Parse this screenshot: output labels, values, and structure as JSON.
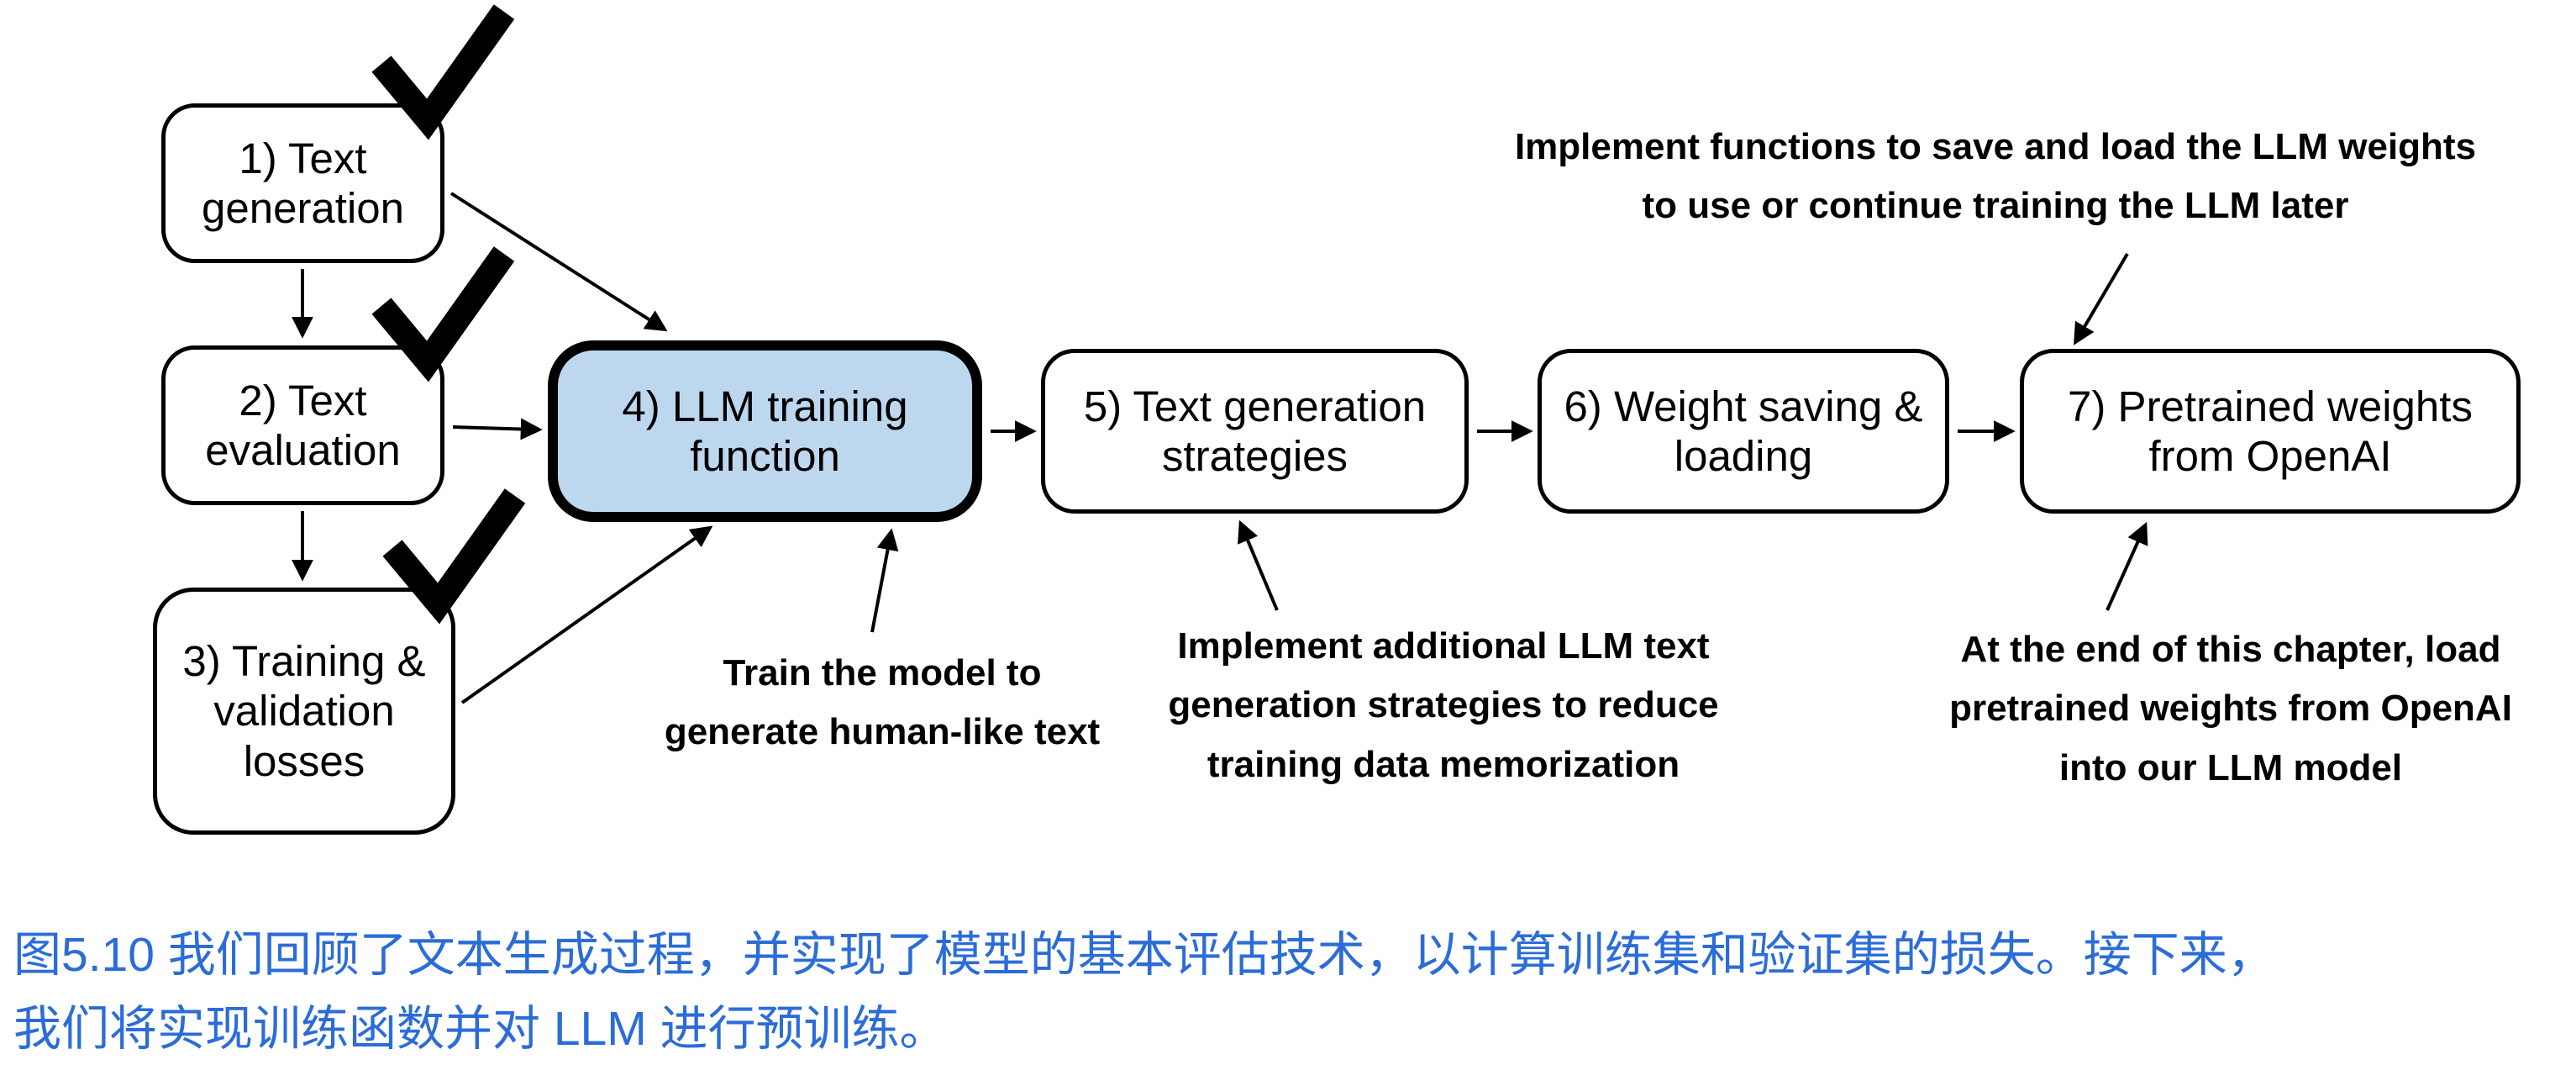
{
  "figure": {
    "boxes": [
      {
        "label": "1) Text generation",
        "checked": true,
        "highlighted": false
      },
      {
        "label": "2) Text evaluation",
        "checked": true,
        "highlighted": false
      },
      {
        "label": "3) Training & validation losses",
        "checked": true,
        "highlighted": false
      },
      {
        "label": "4) LLM training function",
        "checked": false,
        "highlighted": true
      },
      {
        "label": "5) Text generation strategies",
        "checked": false,
        "highlighted": false
      },
      {
        "label": "6) Weight saving & loading",
        "checked": false,
        "highlighted": false
      },
      {
        "label": "7) Pretrained weights from OpenAI",
        "checked": false,
        "highlighted": false
      }
    ],
    "annotations": {
      "save_load": {
        "lines": [
          "Implement functions to save and load the LLM weights",
          "to use or continue training the LLM later"
        ]
      },
      "train_model": {
        "lines": [
          "Train the model to",
          "generate human-like text"
        ]
      },
      "generation_strategies": {
        "lines": [
          "Implement additional LLM text",
          "generation strategies to reduce",
          "training data memorization"
        ]
      },
      "pretrained": {
        "lines": [
          "At the end of this chapter, load",
          "pretrained weights from OpenAI",
          "into our LLM model"
        ]
      }
    },
    "caption_lines": [
      "图5.10 我们回顾了文本生成过程，并实现了模型的基本评估技术，以计算训练集和验证集的损失。接下来，",
      "我们将实现训练函数并对 LLM 进行预训练。"
    ]
  },
  "colors": {
    "highlight_fill": "#BDD7EE",
    "caption_blue": "#2B6CD9",
    "line_black": "#000000"
  }
}
